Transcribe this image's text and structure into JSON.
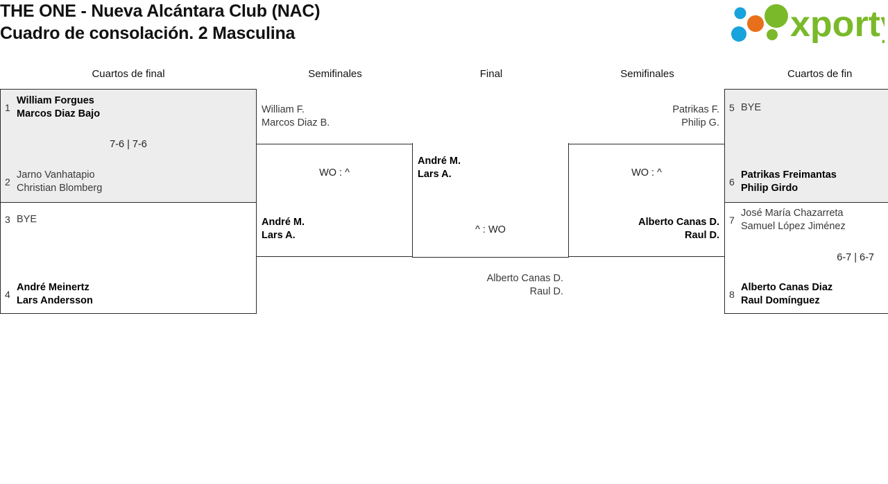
{
  "header": {
    "title": "THE ONE - Nueva Alcántara Club (NAC)\nCuadro de consolación. 2 Masculina",
    "logo_text": "xporty",
    "logo_colors": {
      "green": "#7ab929",
      "blue": "#17a3dc",
      "orange": "#e8701a"
    }
  },
  "rounds": [
    {
      "label": "Cuartos de final"
    },
    {
      "label": "Semifinales"
    },
    {
      "label": "Final"
    },
    {
      "label": "Semifinales"
    },
    {
      "label": "Cuartos de fin"
    }
  ],
  "left": {
    "quarterfinals": [
      {
        "score": "7-6 | 7-6",
        "top": {
          "seed": "1",
          "players": [
            "William Forgues",
            "Marcos Diaz Bajo"
          ],
          "winner": true
        },
        "bottom": {
          "seed": "2",
          "players": [
            "Jarno Vanhatapio",
            "Christian Blomberg"
          ],
          "winner": false
        }
      },
      {
        "score": "",
        "top": {
          "seed": "3",
          "players": [
            "BYE"
          ],
          "winner": false
        },
        "bottom": {
          "seed": "4",
          "players": [
            "André Meinertz",
            "Lars Andersson"
          ],
          "winner": true
        }
      }
    ],
    "semifinal": {
      "score": "WO : ^",
      "top": {
        "players": [
          "William F.",
          "Marcos Diaz B."
        ],
        "winner": false
      },
      "bottom": {
        "players": [
          "André M.",
          "Lars A."
        ],
        "winner": true
      }
    }
  },
  "final": {
    "score": "^ : WO",
    "top": {
      "players": [
        "André M.",
        "Lars A."
      ],
      "winner": true
    },
    "bottom": {
      "players": [
        "Alberto Canas D.",
        "Raul D."
      ],
      "winner": false
    }
  },
  "right": {
    "semifinal": {
      "score": "WO : ^",
      "top": {
        "players": [
          "Patrikas F.",
          "Philip G."
        ],
        "winner": false
      },
      "bottom": {
        "players": [
          "Alberto Canas D.",
          "Raul D."
        ],
        "winner": true
      }
    },
    "quarterfinals": [
      {
        "score": "",
        "top": {
          "seed": "5",
          "players": [
            "BYE"
          ],
          "winner": false
        },
        "bottom": {
          "seed": "6",
          "players": [
            "Patrikas Freimantas",
            "Philip Girdo"
          ],
          "winner": true
        }
      },
      {
        "score": "6-7 | 6-7",
        "top": {
          "seed": "7",
          "players": [
            "José María Chazarreta",
            "Samuel López Jiménez"
          ],
          "winner": false
        },
        "bottom": {
          "seed": "8",
          "players": [
            "Alberto Canas Diaz",
            "Raul Domínguez"
          ],
          "winner": true
        }
      }
    ]
  }
}
